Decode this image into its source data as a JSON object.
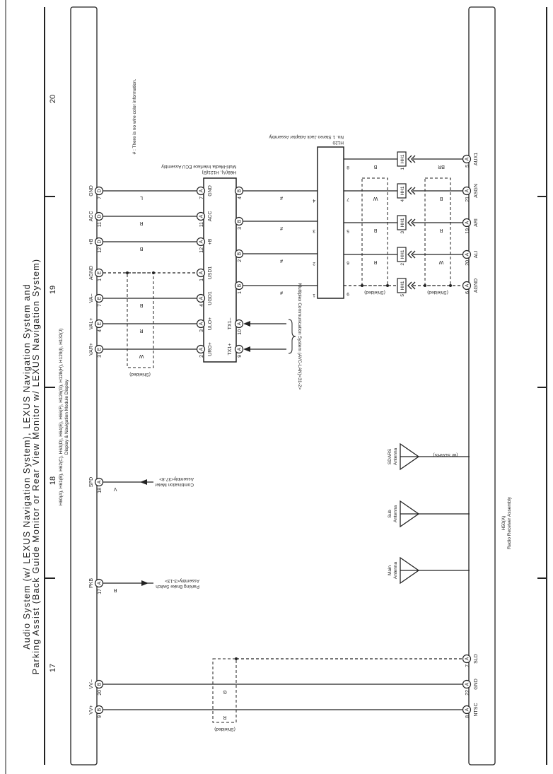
{
  "title": {
    "line1": "Audio System (w/ LEXUS Navigation System), LEXUS Navigation System and",
    "line2": "Parking Assist (Back Guide Monitor or Rear View Monitor w/ LEXUS Navigation System)"
  },
  "sections": [
    "20",
    "19",
    "18",
    "17"
  ],
  "note": "# : There is no wire color information.",
  "components": {
    "display": {
      "code": "H60(A), H61(B), H62(C), H63(D), H64(E), H66(F), H126(G), H128(H), H129(I), H132(J)",
      "name": "Display & Navigation Module Display"
    },
    "ecu": {
      "code": "H69(A), H121(B)",
      "name": "Multi-Media Interface ECU Assembly"
    },
    "jack": {
      "code": "H120",
      "name": "No. 1 Stereo Jack Adapter Assembly"
    },
    "radio": {
      "code": "H50(A)",
      "name": "Radio Receiver Assembly"
    }
  },
  "display_pins": [
    {
      "label": "GND",
      "num": "7",
      "conn": "D"
    },
    {
      "label": "ACC",
      "num": "11",
      "conn": "D"
    },
    {
      "label": "+B",
      "num": "12",
      "conn": "D"
    },
    {
      "label": "AGND",
      "num": "1",
      "conn": "E"
    },
    {
      "label": "VA–",
      "num": "7",
      "conn": "E"
    },
    {
      "label": "VAL+",
      "num": "4",
      "conn": "E"
    },
    {
      "label": "VAR+",
      "num": "3",
      "conn": "E"
    },
    {
      "label": "SPD",
      "num": "18",
      "conn": "A"
    },
    {
      "label": "PKB",
      "num": "17",
      "conn": "A"
    },
    {
      "label": "VV–",
      "num": "20",
      "conn": "B"
    },
    {
      "label": "VV+",
      "num": "9",
      "conn": "B"
    }
  ],
  "ecu_left_pins": [
    {
      "label": "GND",
      "num": "7",
      "conn": "A"
    },
    {
      "label": "ACC",
      "num": "11",
      "conn": "A"
    },
    {
      "label": "+B",
      "num": "12",
      "conn": "A"
    },
    {
      "label": "USD1",
      "num": "1",
      "conn": "A"
    },
    {
      "label": "UGD1",
      "num": "4",
      "conn": "A"
    },
    {
      "label": "ULO+",
      "num": "3",
      "conn": "A"
    },
    {
      "label": "URO+",
      "num": "2",
      "conn": "A"
    }
  ],
  "ecu_right_pins": [
    {
      "label": "",
      "num": "4",
      "conn": "B"
    },
    {
      "label": "",
      "num": "3",
      "conn": "B"
    },
    {
      "label": "",
      "num": "2",
      "conn": "B"
    },
    {
      "label": "",
      "num": "1",
      "conn": "B"
    },
    {
      "label": "TX1–",
      "num": "10",
      "conn": "A"
    },
    {
      "label": "TX1+",
      "num": "9",
      "conn": "A"
    }
  ],
  "display_ecu_wires": [
    "L",
    "R",
    "B",
    "",
    "B",
    "R",
    "W"
  ],
  "ecu_jack_wires": [
    "#",
    "#",
    "#",
    "#"
  ],
  "jack_left_pins": [
    "4",
    "3",
    "2",
    "1"
  ],
  "jack_right_pins": [
    "8",
    "7",
    "5",
    "6",
    "9"
  ],
  "jack_hh1_wires": [
    "B",
    "W",
    "B",
    "R",
    ""
  ],
  "hh1": {
    "label": "HH1",
    "pins": [
      "1",
      "4",
      "3",
      "2",
      "5"
    ]
  },
  "hh1_radio_wires": [
    "BR",
    "B",
    "R",
    "W",
    ""
  ],
  "radio_pins_top": [
    {
      "label": "AUX1",
      "num": "5",
      "conn": "A"
    },
    {
      "label": "ASGN",
      "num": "21",
      "conn": "A"
    },
    {
      "label": "ARI",
      "num": "19",
      "conn": "A"
    },
    {
      "label": "ALI",
      "num": "20",
      "conn": "A"
    },
    {
      "label": "AGND",
      "num": "6",
      "conn": "A"
    }
  ],
  "radio_pins_bottom": [
    {
      "label": "SLD",
      "num": "7",
      "conn": "A"
    },
    {
      "label": "GND",
      "num": "22",
      "conn": "A"
    },
    {
      "label": "NTSC",
      "num": "8",
      "conn": "A"
    }
  ],
  "video_wires": [
    "G",
    "R"
  ],
  "shielded_label": "(Shielded)",
  "multiplex": "Multiplex Communication System (AVC-LAN)<31-2>",
  "external": {
    "spd": {
      "wire": "V",
      "line1": "Combination Meter",
      "line2": "Assembly<37-8>"
    },
    "pkb": {
      "wire": "R",
      "line1": "Parking Brake Switch",
      "line2": "Assembly<3-13>"
    }
  },
  "antennas": [
    {
      "line1": "SDARS",
      "line2": "Antenna",
      "note": "(w/ SDARS)"
    },
    {
      "line1": "Sub",
      "line2": "Antenna",
      "note": ""
    },
    {
      "line1": "Main",
      "line2": "Antenna",
      "note": ""
    }
  ]
}
